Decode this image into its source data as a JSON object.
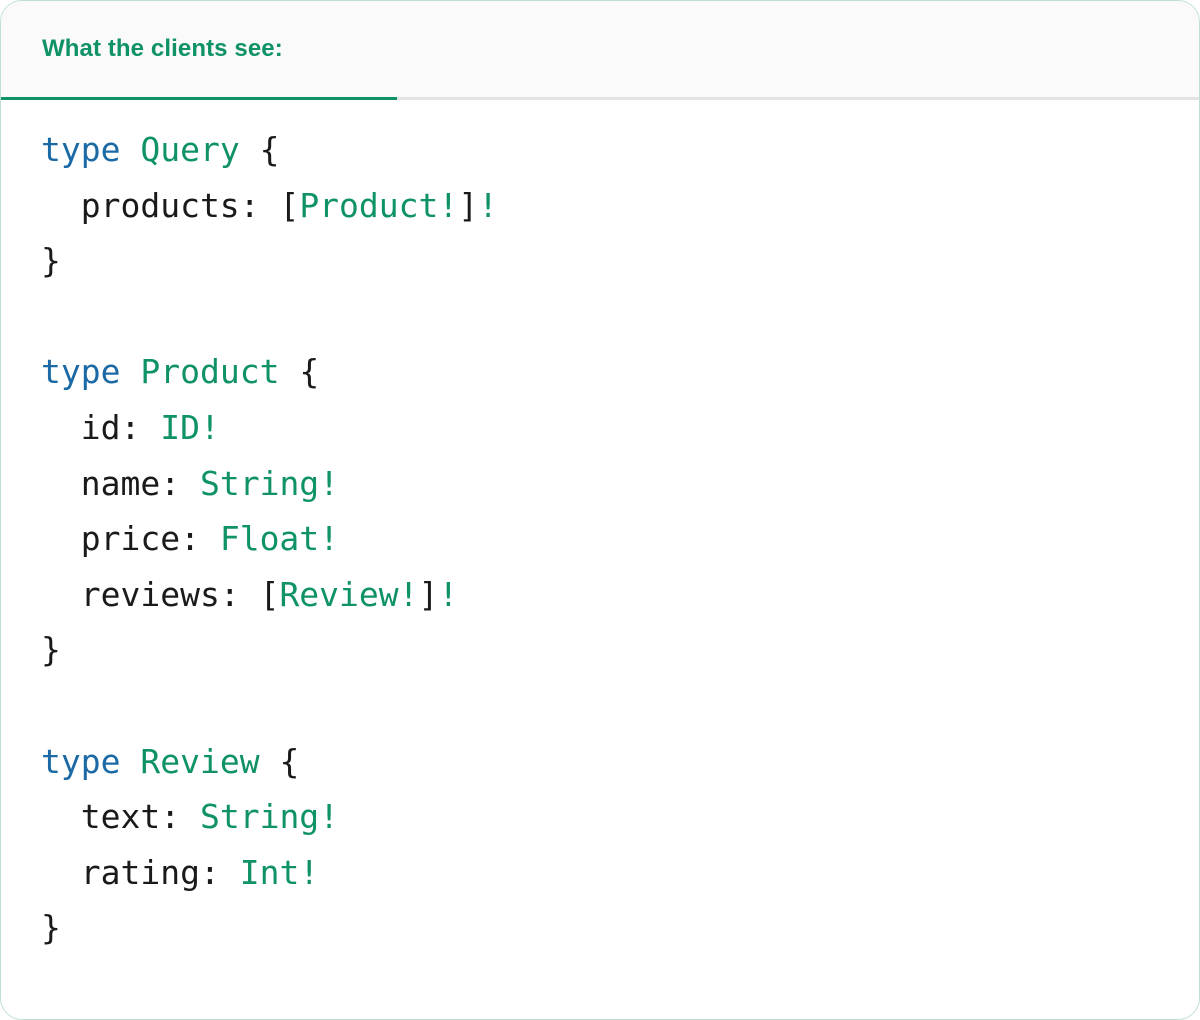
{
  "card": {
    "border_color": "#bfe0ce"
  },
  "tabbar": {
    "active_tab_label": "What the clients see:",
    "accent_color": "#0f9268",
    "background": "#fafafa",
    "divider_color": "#e3e3e3"
  },
  "code": {
    "language": "graphql",
    "colors": {
      "keyword": "#1b6aa5",
      "type": "#0f9268",
      "punctuation": "#1a1a1a",
      "field": "#1a1a1a"
    },
    "lines": [
      {
        "id": "line-1",
        "tokens": [
          {
            "t": "type",
            "c": "kw"
          },
          {
            "t": " ",
            "c": "punc"
          },
          {
            "t": "Query",
            "c": "type"
          },
          {
            "t": " ",
            "c": "punc"
          },
          {
            "t": "{",
            "c": "brace"
          }
        ]
      },
      {
        "id": "line-2",
        "tokens": [
          {
            "t": "  products",
            "c": "field"
          },
          {
            "t": ": ",
            "c": "punc"
          },
          {
            "t": "[",
            "c": "punc"
          },
          {
            "t": "Product!",
            "c": "type"
          },
          {
            "t": "]",
            "c": "punc"
          },
          {
            "t": "!",
            "c": "type"
          }
        ]
      },
      {
        "id": "line-3",
        "tokens": [
          {
            "t": "}",
            "c": "brace"
          }
        ]
      },
      {
        "id": "line-4",
        "tokens": []
      },
      {
        "id": "line-5",
        "tokens": [
          {
            "t": "type",
            "c": "kw"
          },
          {
            "t": " ",
            "c": "punc"
          },
          {
            "t": "Product",
            "c": "type"
          },
          {
            "t": " ",
            "c": "punc"
          },
          {
            "t": "{",
            "c": "brace"
          }
        ]
      },
      {
        "id": "line-6",
        "tokens": [
          {
            "t": "  id",
            "c": "field"
          },
          {
            "t": ": ",
            "c": "punc"
          },
          {
            "t": "ID!",
            "c": "type"
          }
        ]
      },
      {
        "id": "line-7",
        "tokens": [
          {
            "t": "  name",
            "c": "field"
          },
          {
            "t": ": ",
            "c": "punc"
          },
          {
            "t": "String!",
            "c": "type"
          }
        ]
      },
      {
        "id": "line-8",
        "tokens": [
          {
            "t": "  price",
            "c": "field"
          },
          {
            "t": ": ",
            "c": "punc"
          },
          {
            "t": "Float!",
            "c": "type"
          }
        ]
      },
      {
        "id": "line-9",
        "tokens": [
          {
            "t": "  reviews",
            "c": "field"
          },
          {
            "t": ": ",
            "c": "punc"
          },
          {
            "t": "[",
            "c": "punc"
          },
          {
            "t": "Review!",
            "c": "type"
          },
          {
            "t": "]",
            "c": "punc"
          },
          {
            "t": "!",
            "c": "type"
          }
        ]
      },
      {
        "id": "line-10",
        "tokens": [
          {
            "t": "}",
            "c": "brace"
          }
        ]
      },
      {
        "id": "line-11",
        "tokens": []
      },
      {
        "id": "line-12",
        "tokens": [
          {
            "t": "type",
            "c": "kw"
          },
          {
            "t": " ",
            "c": "punc"
          },
          {
            "t": "Review",
            "c": "type"
          },
          {
            "t": " ",
            "c": "punc"
          },
          {
            "t": "{",
            "c": "brace"
          }
        ]
      },
      {
        "id": "line-13",
        "tokens": [
          {
            "t": "  text",
            "c": "field"
          },
          {
            "t": ": ",
            "c": "punc"
          },
          {
            "t": "String!",
            "c": "type"
          }
        ]
      },
      {
        "id": "line-14",
        "tokens": [
          {
            "t": "  rating",
            "c": "field"
          },
          {
            "t": ": ",
            "c": "punc"
          },
          {
            "t": "Int!",
            "c": "type"
          }
        ]
      },
      {
        "id": "line-15",
        "tokens": [
          {
            "t": "}",
            "c": "brace"
          }
        ]
      }
    ]
  }
}
